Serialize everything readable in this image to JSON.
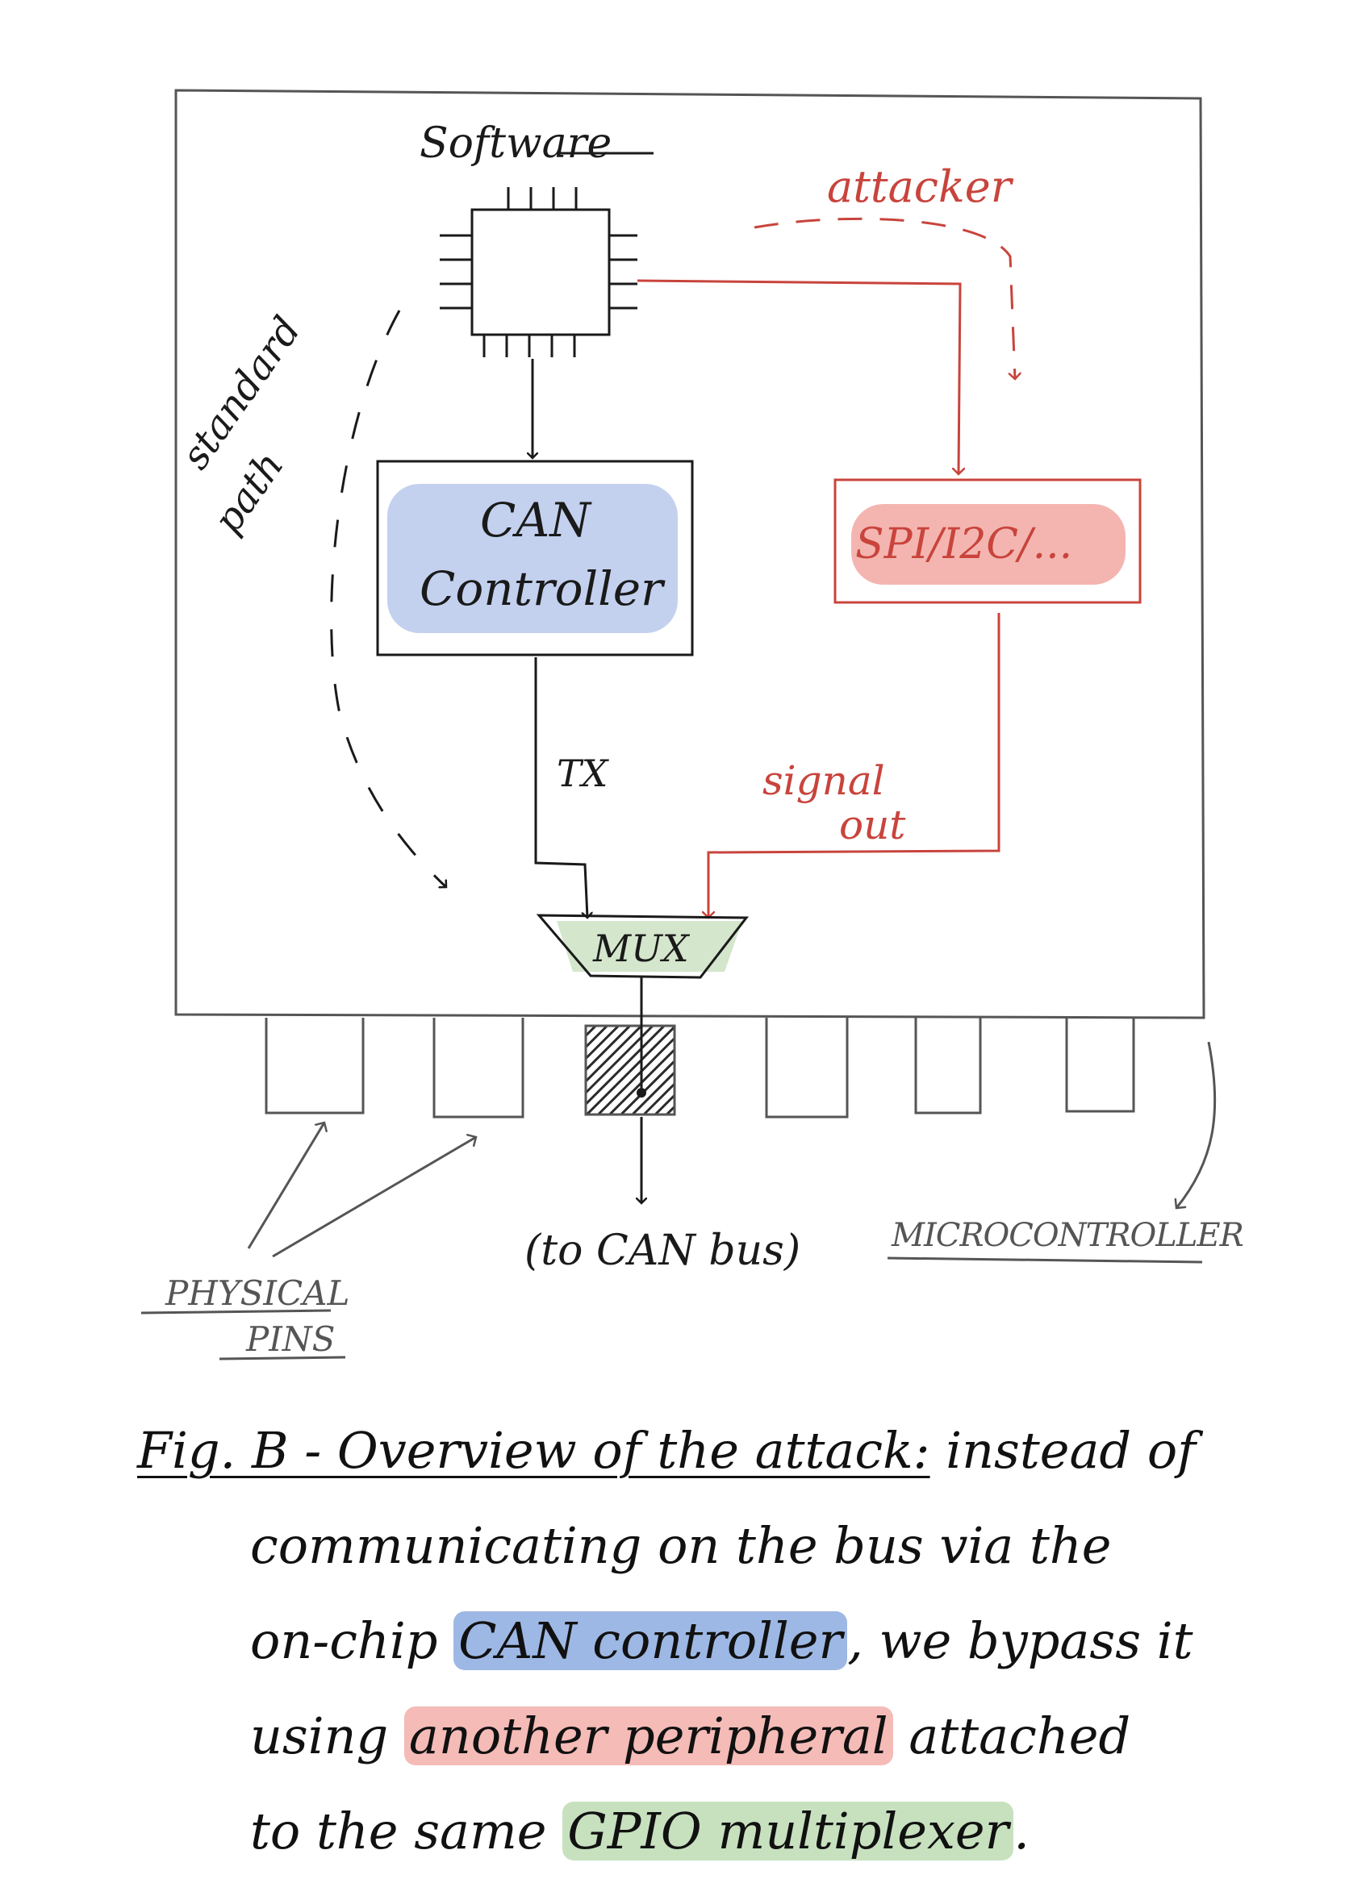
{
  "diagram": {
    "software_label": "Software",
    "can_controller_line1": "CAN",
    "can_controller_line2": "Controller",
    "attacker_label": "attacker",
    "peripheral_label": "SPI/I2C/...",
    "standard_path_line1": "standard",
    "standard_path_line2": "path",
    "tx_label": "TX",
    "signal_out_line1": "signal",
    "signal_out_line2": "out",
    "mux_label": "MUX",
    "to_can_bus_label": "(to CAN bus)",
    "microcontroller_label": "MICROCONTROLLER",
    "physical_pins_line1": "PHYSICAL",
    "physical_pins_line2": "PINS",
    "colors": {
      "ink": "#1a1a1a",
      "pencil": "#555555",
      "attacker_red": "#c8443c",
      "controller_blue": "#b8c9ec",
      "peripheral_red": "#f2a8a2",
      "mux_green": "#cfe3c6"
    }
  },
  "caption": {
    "title": "Fig. B - Overview of the attack:",
    "text1": "instead of",
    "text2": "communicating on the bus via the",
    "text3a": "on-chip",
    "text3_hl": "CAN controller",
    "text3b": ", we bypass it",
    "text4a": "using",
    "text4_hl": "another peripheral",
    "text4b": "attached",
    "text5a": "to the same",
    "text5_hl": "GPIO multiplexer",
    "text5b": "."
  }
}
